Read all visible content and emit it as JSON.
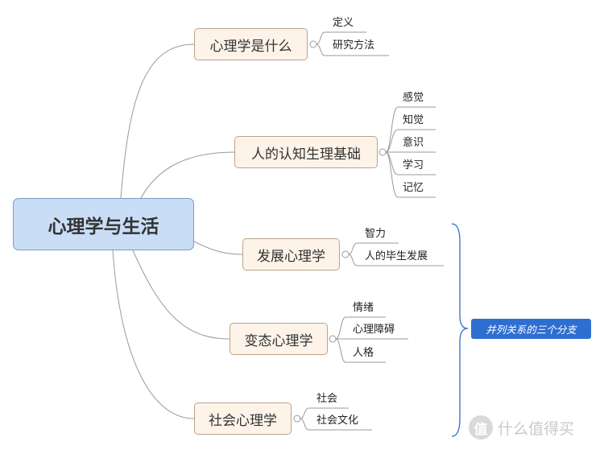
{
  "root": {
    "label": "心理学与生活"
  },
  "branches": [
    {
      "label": "心理学是什么",
      "children": [
        "定义",
        "研究方法"
      ]
    },
    {
      "label": "人的认知生理基础",
      "children": [
        "感觉",
        "知觉",
        "意识",
        "学习",
        "记忆"
      ]
    },
    {
      "label": "发展心理学",
      "children": [
        "智力",
        "人的毕生发展"
      ]
    },
    {
      "label": "变态心理学",
      "children": [
        "情绪",
        "心理障碍",
        "人格"
      ]
    },
    {
      "label": "社会心理学",
      "children": [
        "社会",
        "社会文化"
      ]
    }
  ],
  "annotation": {
    "label": "并列关系的三个分支",
    "color": "#2f6ed1"
  },
  "watermark": {
    "icon": "值",
    "text": "什么值得买"
  },
  "colors": {
    "root_fill": "#c9ddf6",
    "branch_fill": "#fdf3e8",
    "connector": "#9a9a9a",
    "bracket": "#2f6ed1"
  }
}
